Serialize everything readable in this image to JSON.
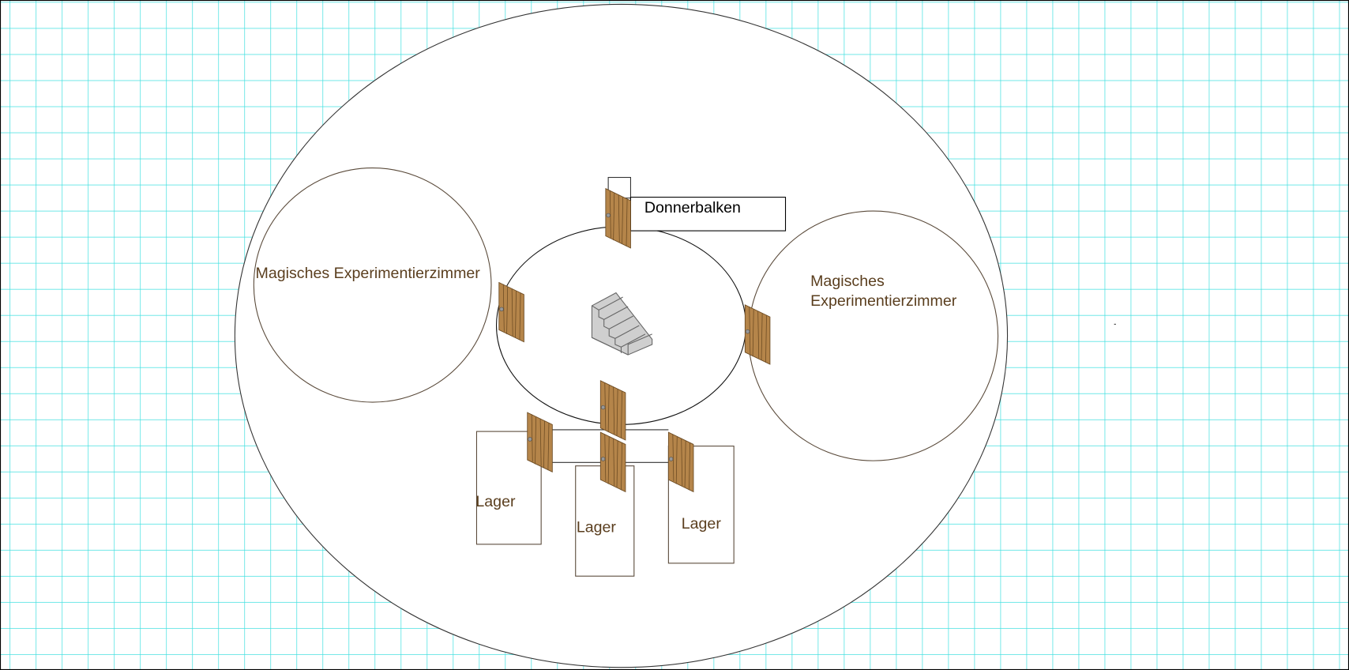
{
  "title": "Floor plan sketch",
  "colors": {
    "grid": "#40e0e0",
    "door": "#b5854a",
    "door_line": "#6b4a22",
    "room_line": "#5a4a3a",
    "text": "#5a3e1e"
  },
  "rooms": {
    "magic_left": "Magisches Experimentierzimmer",
    "magic_right_line1": "Magisches",
    "magic_right_line2": "Experimentierzimmer",
    "donnerbalken": "Donnerbalken",
    "lager_1": "Lager",
    "lager_2": "Lager",
    "lager_3": "Lager"
  },
  "icons": {
    "stairs": "stairs-icon",
    "door": "door-icon"
  }
}
